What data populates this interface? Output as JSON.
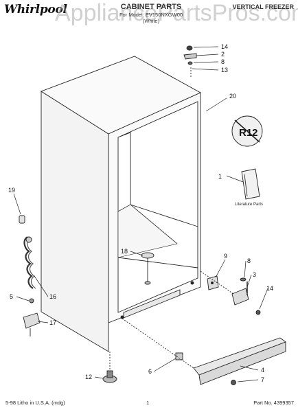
{
  "header": {
    "brand": "Whirlpool",
    "title": "CABINET PARTS",
    "model": "For Model: EV150NXGW00",
    "color": "(White)",
    "category": "VERTICAL FREEZER",
    "watermark": "AppliancePartsPros.com"
  },
  "callouts": [
    "14",
    "2",
    "8",
    "13",
    "20",
    "1",
    "19",
    "18",
    "9",
    "8",
    "3",
    "14",
    "5",
    "16",
    "17",
    "12",
    "6",
    "4",
    "7"
  ],
  "labels": {
    "literature": "Literature Parts",
    "r12": "R12"
  },
  "footer": {
    "left": "5-98 Litho in U.S.A. (mdg)",
    "page": "1",
    "part": "Part No. 4399357"
  }
}
